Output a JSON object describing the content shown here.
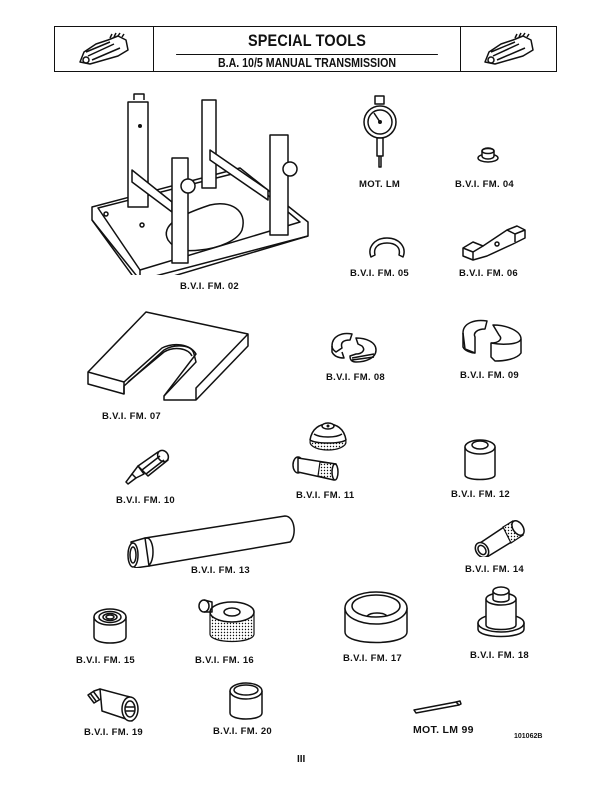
{
  "header": {
    "title": "SPECIAL TOOLS",
    "subtitle": "B.A. 10/5 MANUAL TRANSMISSION",
    "left_icon": "transmission-drawing-icon",
    "right_icon": "transmission-drawing-icon"
  },
  "tools": [
    {
      "id": "bvi-fm-02",
      "label": "B.V.I. FM. 02",
      "icon": "gearbox-support-stand-icon"
    },
    {
      "id": "mot-lm",
      "label": "MOT. LM",
      "icon": "dial-gauge-icon"
    },
    {
      "id": "bvi-fm-04",
      "label": "B.V.I. FM. 04",
      "icon": "stepped-pad-icon"
    },
    {
      "id": "bvi-fm-05",
      "label": "B.V.I. FM. 05",
      "icon": "split-ring-icon"
    },
    {
      "id": "bvi-fm-06",
      "label": "B.V.I. FM. 06",
      "icon": "bracket-icon"
    },
    {
      "id": "bvi-fm-07",
      "label": "B.V.I. FM. 07",
      "icon": "u-slot-plate-icon"
    },
    {
      "id": "bvi-fm-08",
      "label": "B.V.I. FM. 08",
      "icon": "split-collar-icon"
    },
    {
      "id": "bvi-fm-09",
      "label": "B.V.I. FM. 09",
      "icon": "split-collar-large-icon"
    },
    {
      "id": "bvi-fm-10",
      "label": "B.V.I. FM. 10",
      "icon": "mandrel-icon"
    },
    {
      "id": "bvi-fm-11",
      "label": "B.V.I. FM. 11",
      "icon": "knurled-drift-set-icon"
    },
    {
      "id": "bvi-fm-12",
      "label": "B.V.I. FM. 12",
      "icon": "cylinder-drift-icon"
    },
    {
      "id": "bvi-fm-13",
      "label": "B.V.I. FM. 13",
      "icon": "long-tube-icon"
    },
    {
      "id": "bvi-fm-14",
      "label": "B.V.I. FM. 14",
      "icon": "knurled-sleeve-icon"
    },
    {
      "id": "bvi-fm-15",
      "label": "B.V.I. FM. 15",
      "icon": "bearing-drift-icon"
    },
    {
      "id": "bvi-fm-16",
      "label": "B.V.I. FM. 16",
      "icon": "knurled-nut-icon"
    },
    {
      "id": "bvi-fm-17",
      "label": "B.V.I. FM. 17",
      "icon": "ring-drift-icon"
    },
    {
      "id": "bvi-fm-18",
      "label": "B.V.I. FM. 18",
      "icon": "stepped-drift-icon"
    },
    {
      "id": "bvi-fm-19",
      "label": "B.V.I. FM. 19",
      "icon": "threaded-sleeve-icon"
    },
    {
      "id": "bvi-fm-20",
      "label": "B.V.I. FM. 20",
      "icon": "plain-sleeve-icon"
    },
    {
      "id": "mot-lm-99",
      "label": "MOT. LM 99",
      "icon": "pin-punch-icon"
    }
  ],
  "figure_ref": "101062B",
  "page_number": "III"
}
